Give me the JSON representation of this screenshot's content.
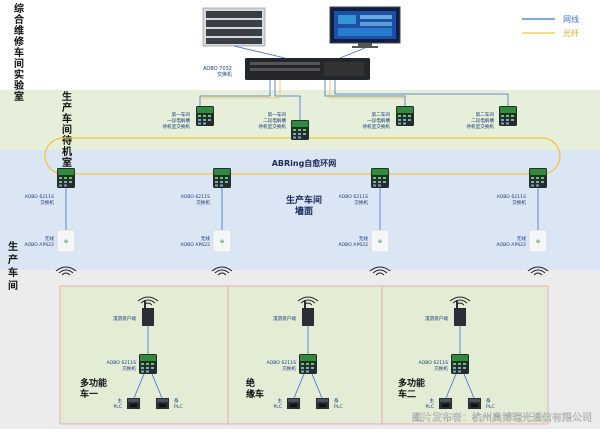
{
  "legend": {
    "network": "网线",
    "fiber": "光纤",
    "network_color": "#3b6fd4",
    "fiber_color": "#f2c33a"
  },
  "zones": {
    "lab": "综合维修车间实验室",
    "standby": "生产车间待机室",
    "wall": "生产车间墙面",
    "workshop": "生产车间"
  },
  "ring_label": "ABRing自愈环网",
  "core_switch": "AOBO 7032\n交换机",
  "standby_switches": [
    "第一车间\n一段电解槽\n待机室交换机",
    "第一车间\n二段电解槽\n待机室交换机",
    "第二车间\n一段电解槽\n待机室交换机",
    "第二车间\n二段电解槽\n待机室交换机"
  ],
  "wall_switch": "AOBO 6211S\n交换机",
  "ap_label": "无线\nAOBO AP622",
  "vehicle_client": "漫游客户端",
  "vehicle_switch": "AOBO 6211S\n交换机",
  "plc_main": "主\nPLC",
  "plc_backup": "备\nPLC",
  "vehicles": [
    "多功能车一",
    "绝缘车",
    "多功能车二"
  ],
  "watermark": "图片发布者：杭州奥博瑞光通信有限公司"
}
